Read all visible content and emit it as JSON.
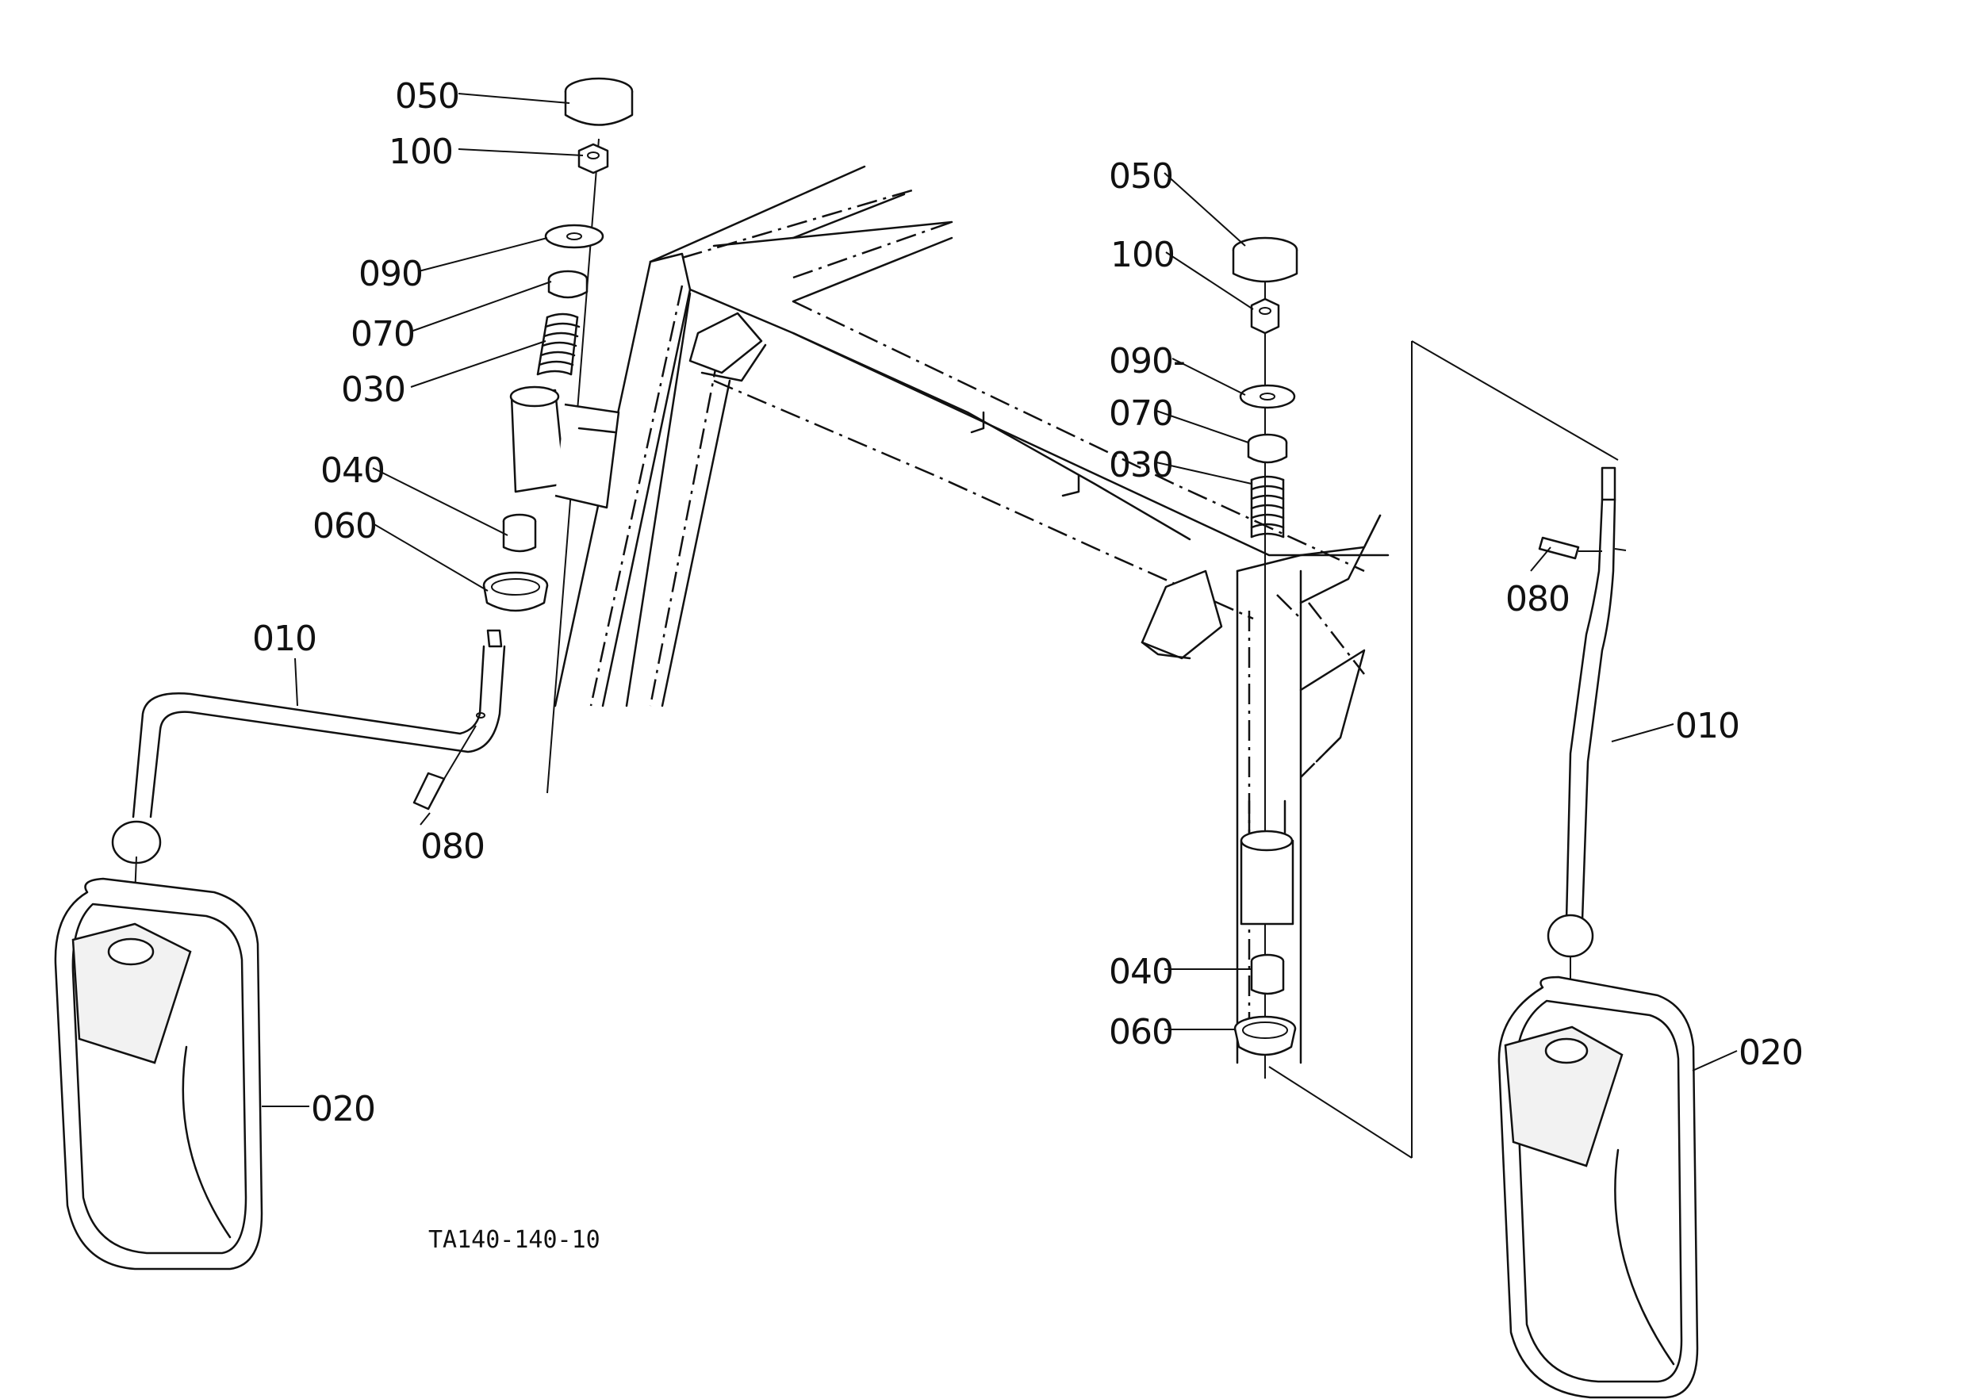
{
  "diagram": {
    "reference_code": "TA140-140-10",
    "callouts": {
      "left": {
        "050": "050",
        "100": "100",
        "090": "090",
        "070": "070",
        "030": "030",
        "040": "040",
        "060": "060",
        "010": "010",
        "080": "080",
        "020": "020"
      },
      "right": {
        "050": "050",
        "100": "100",
        "090": "090-",
        "070": "070",
        "030": "030",
        "080": "080",
        "010": "010",
        "040": "040",
        "060": "060",
        "020": "020"
      }
    }
  }
}
